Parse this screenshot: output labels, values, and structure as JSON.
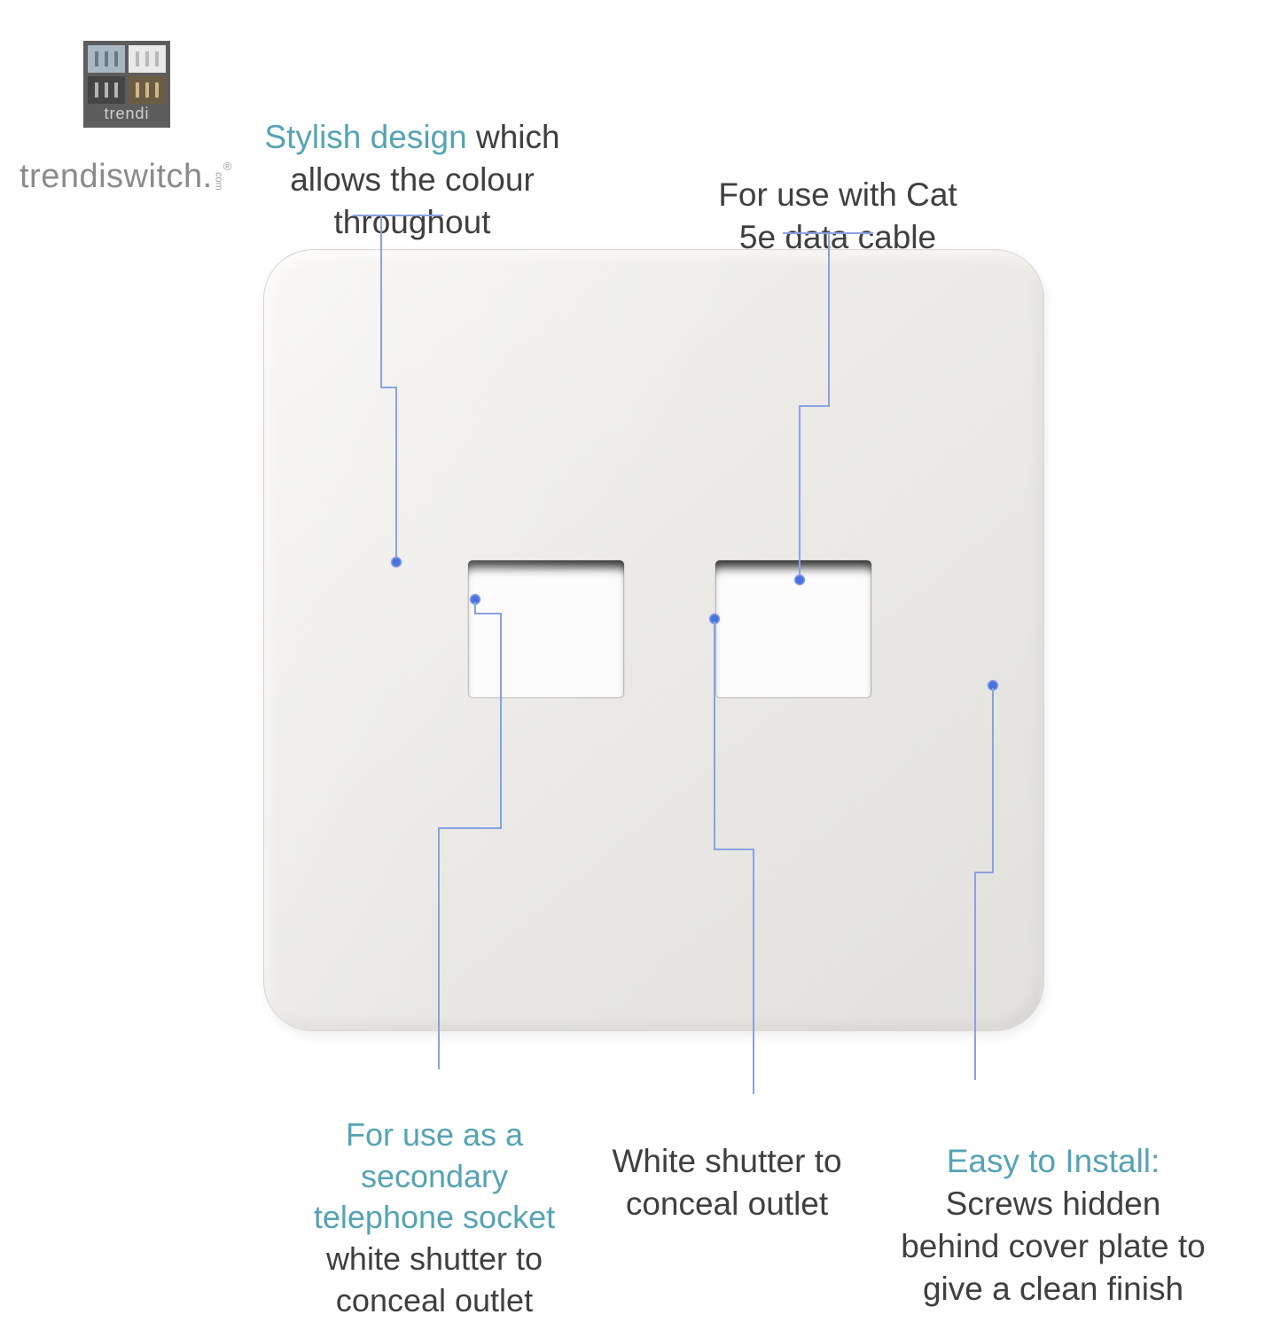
{
  "brand": {
    "logo_label": "trendi",
    "wordmark": "trendiswitch.",
    "domain_suffix": "com",
    "registered_mark": "®"
  },
  "callouts": {
    "stylish_design": {
      "highlight": "Stylish design",
      "rest": " which\nallows the colour\nthroughout"
    },
    "data_cable": {
      "text": "For use with Cat\n5e data cable"
    },
    "secondary_socket": {
      "highlight": "For use as a\nsecondary\ntelephone socket",
      "rest": "\nwhite shutter to\nconceal outlet"
    },
    "white_shutter": {
      "text": "White shutter to\nconceal outlet"
    },
    "easy_install": {
      "highlight": "Easy to Install:",
      "rest": "\nScrews hidden\nbehind cover plate to\ngive a clean finish"
    }
  },
  "colors": {
    "accent_teal": "#55a3b5",
    "text_dark": "#3f3f3f",
    "line_blue": "#8aa2e2",
    "dot_blue": "#4a73dd",
    "plate_grey": "#e9e8e4"
  }
}
